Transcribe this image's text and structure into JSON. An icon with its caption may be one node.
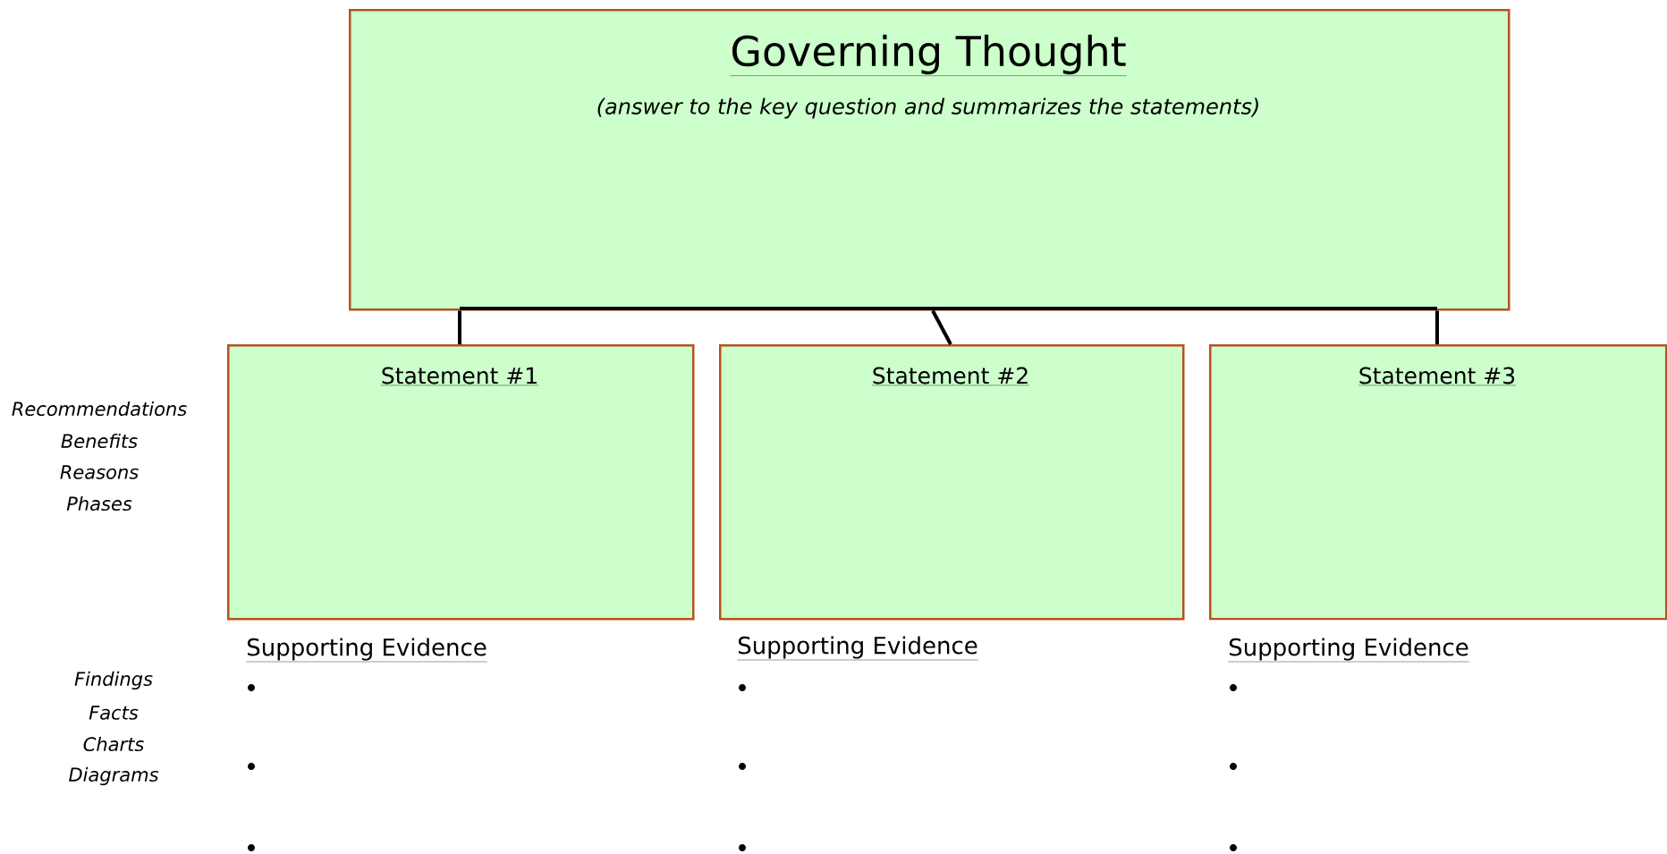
{
  "diagram": {
    "nodes": [
      {
        "text": [
          "Governing Thought",
          "(answer to the key question and summarizes the statements)"
        ]
      },
      {
        "text": [
          "Statement #1"
        ],
        "beside": [
          "Supporting Evidence"
        ]
      },
      {
        "text": [
          "Statement #2"
        ],
        "beside": [
          "Supporting Evidence"
        ]
      },
      {
        "text": [
          "Statement #3"
        ],
        "beside": [
          "Supporting Evidence"
        ]
      }
    ],
    "edges": [
      {
        "from": 0,
        "to": 1,
        "arrow": "none"
      },
      {
        "from": 0,
        "to": 2,
        "arrow": "none"
      },
      {
        "from": 0,
        "to": 3,
        "arrow": "none"
      }
    ],
    "labels": [
      "Recommendations",
      "Benefits",
      "Reasons",
      "Phases",
      "Findings",
      "Facts",
      "Charts",
      "Diagrams"
    ]
  }
}
